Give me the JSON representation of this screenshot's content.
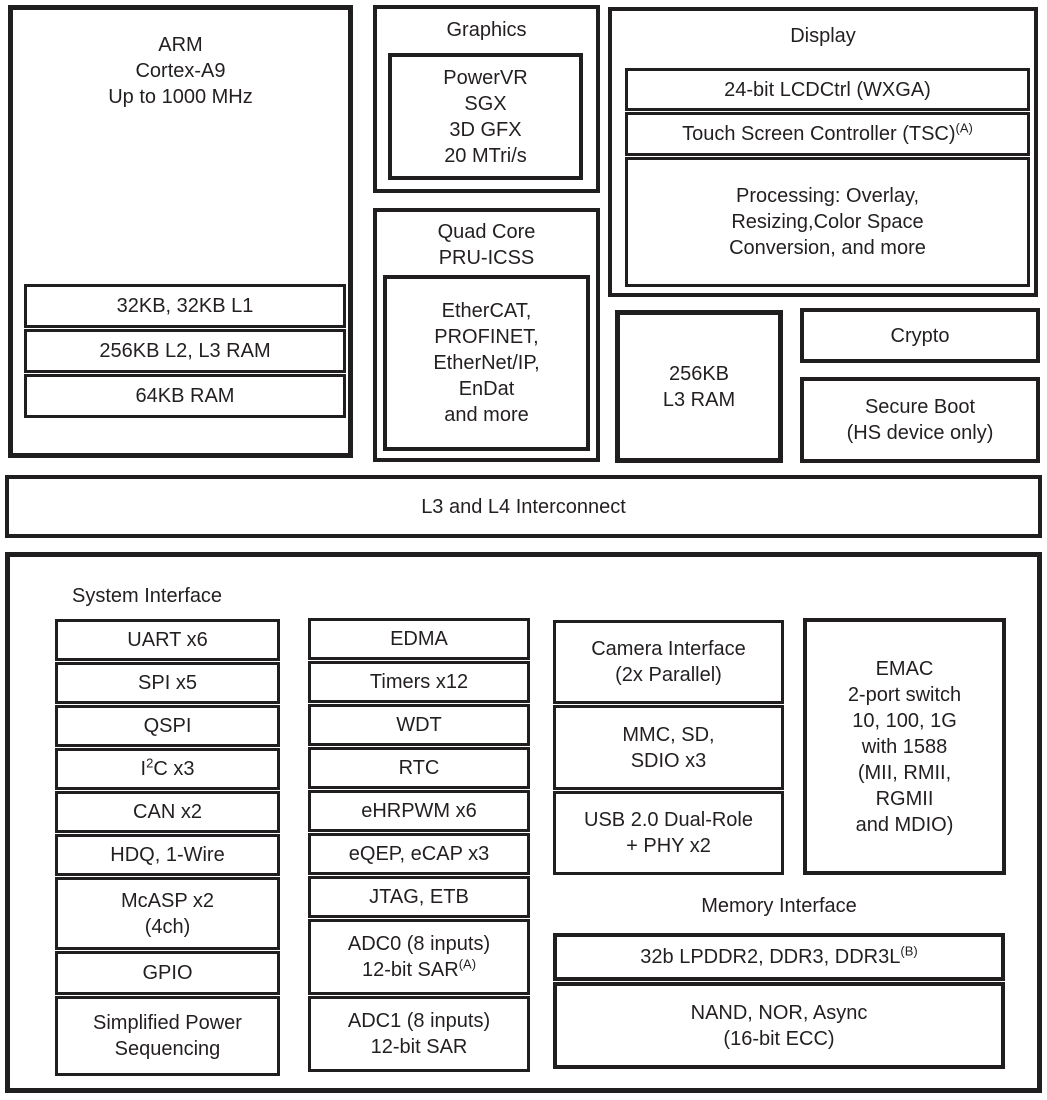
{
  "blocks": {
    "arm": {
      "title": "ARM\nCortex-A9\nUp to 1000 MHz",
      "rows": [
        "32KB, 32KB L1",
        "256KB L2, L3 RAM",
        "64KB RAM"
      ]
    },
    "graphics": {
      "title": "Graphics",
      "core": "PowerVR\nSGX\n3D GFX\n20 MTri/s"
    },
    "pru": {
      "title": "Quad Core\nPRU-ICSS",
      "core": "EtherCAT,\nPROFINET,\nEtherNet/IP,\nEnDat\nand more"
    },
    "display": {
      "title": "Display",
      "lcd": "24-bit LCDCtrl (WXGA)",
      "tsc": "Touch Screen Controller (TSC)",
      "tsc_sup": "(A)",
      "processing": "Processing: Overlay,\nResizing,Color Space\nConversion, and more"
    },
    "l3ram": "256KB\nL3 RAM",
    "crypto": "Crypto",
    "secure_boot": "Secure Boot\n(HS device only)",
    "interconnect": "L3 and L4 Interconnect"
  },
  "system_interface": {
    "title": "System Interface",
    "col1": {
      "uart": "UART x6",
      "spi": "SPI x5",
      "qspi": "QSPI",
      "i2c_pre": "I",
      "i2c_sup": "2",
      "i2c_post": "C x3",
      "can": "CAN x2",
      "hdq": "HDQ, 1-Wire",
      "mcasp": "McASP x2\n(4ch)",
      "gpio": "GPIO",
      "power": "Simplified Power\nSequencing"
    },
    "col2": {
      "edma": "EDMA",
      "timers": "Timers x12",
      "wdt": "WDT",
      "rtc": "RTC",
      "ehrpwm": "eHRPWM x6",
      "eqep": "eQEP, eCAP x3",
      "jtag": "JTAG, ETB",
      "adc0_l1": "ADC0 (8 inputs)",
      "adc0_l2": "12-bit SAR",
      "adc0_sup": "(A)",
      "adc1": "ADC1 (8 inputs)\n12-bit SAR"
    },
    "col3": {
      "camera": "Camera Interface\n(2x Parallel)",
      "mmc": "MMC, SD,\nSDIO x3",
      "usb": "USB 2.0 Dual-Role\n+ PHY x2"
    },
    "emac": "EMAC\n2-port switch\n10, 100, 1G\nwith 1588\n(MII, RMII,\nRGMII\nand MDIO)"
  },
  "memory_interface": {
    "title": "Memory Interface",
    "ddr": "32b LPDDR2, DDR3, DDR3L",
    "ddr_sup": "(B)",
    "nand": "NAND, NOR, Async\n(16-bit ECC)"
  }
}
